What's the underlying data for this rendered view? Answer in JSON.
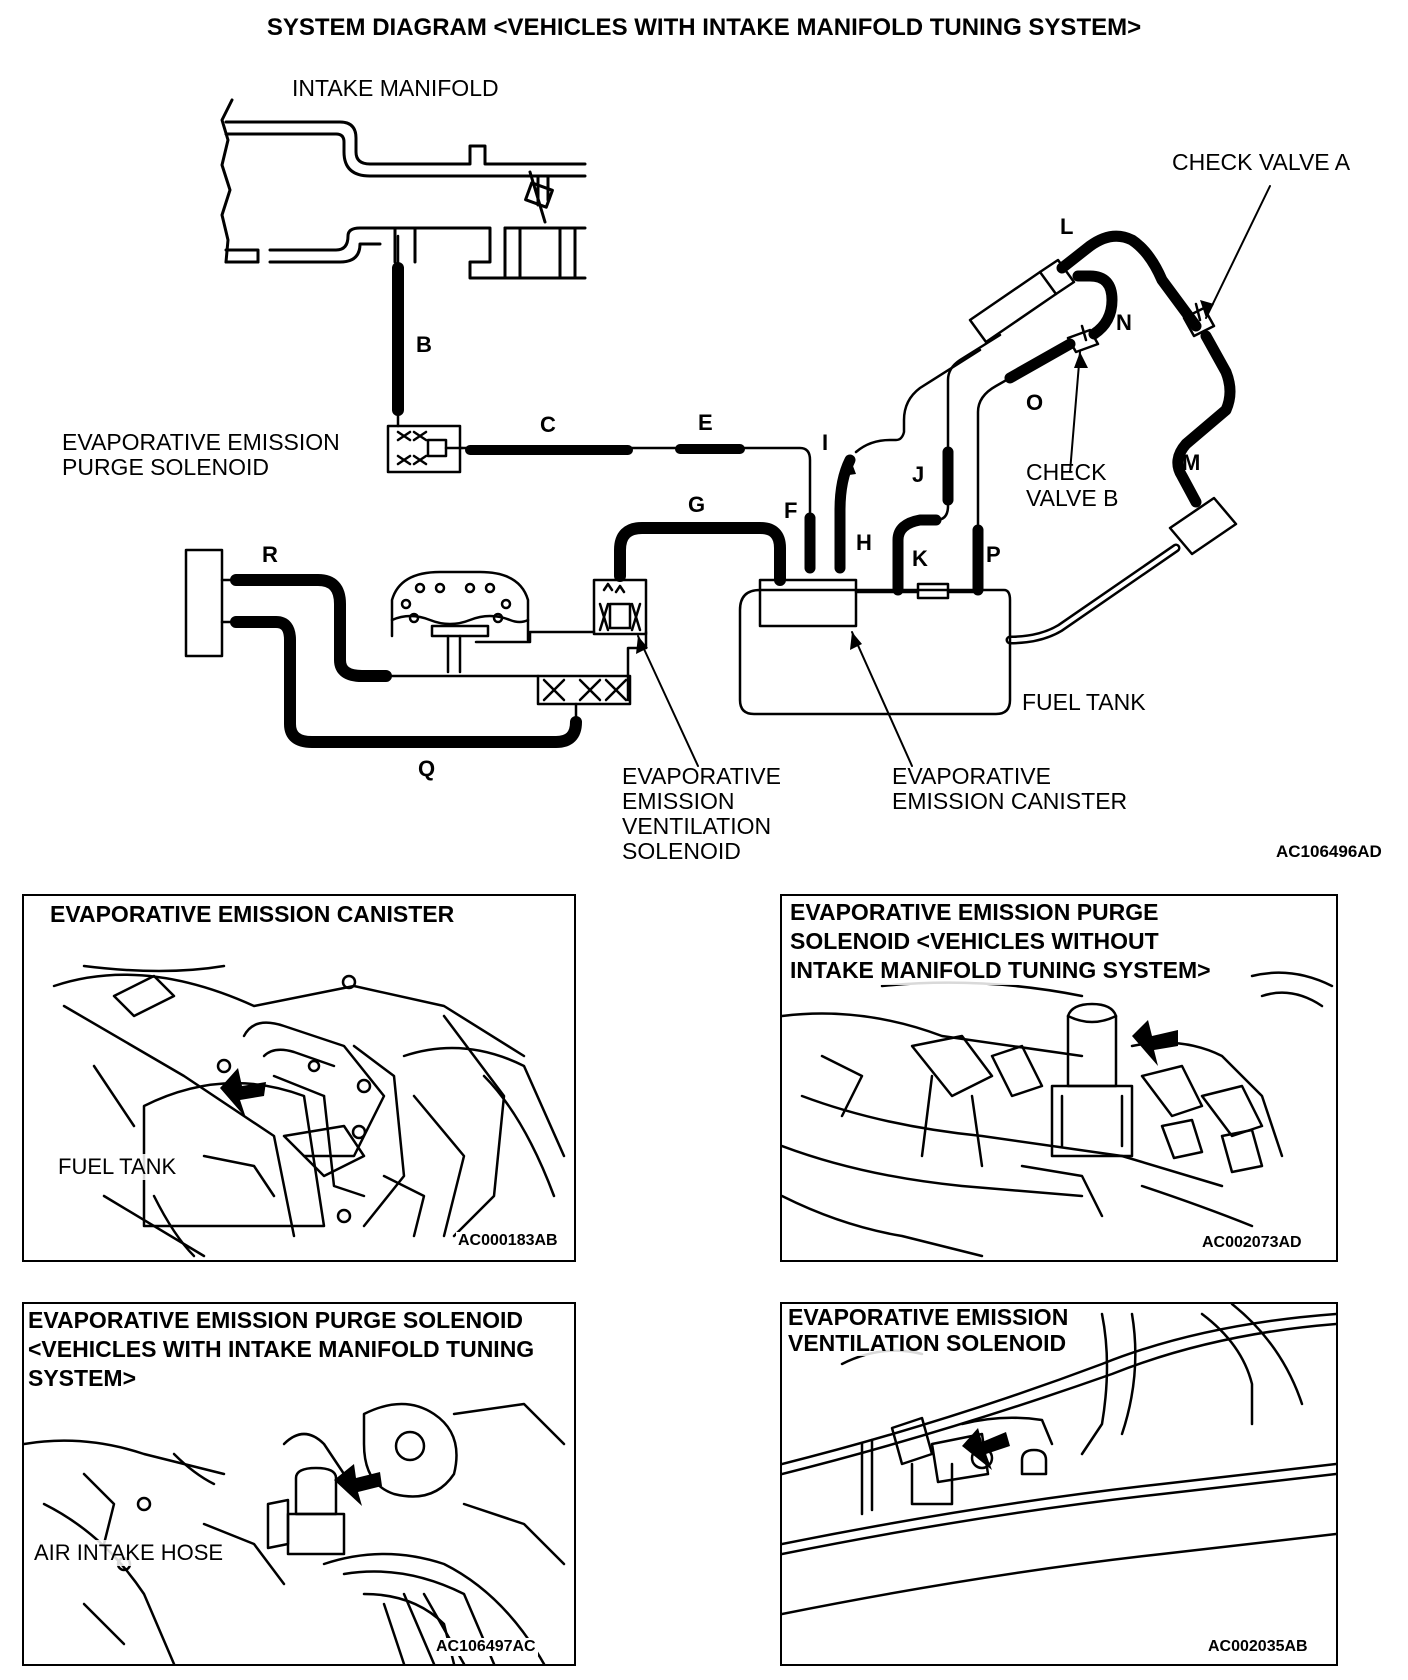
{
  "diagram": {
    "title": "SYSTEM DIAGRAM <VEHICLES WITH INTAKE MANIFOLD TUNING SYSTEM>",
    "code": "AC106496AD",
    "labels": {
      "intake_manifold": "INTAKE MANIFOLD",
      "check_valve_a": "CHECK VALVE A",
      "check_valve_b_1": "CHECK",
      "check_valve_b_2": "VALVE B",
      "purge_solenoid_1": "EVAPORATIVE EMISSION",
      "purge_solenoid_2": "PURGE SOLENOID",
      "fuel_tank": "FUEL TANK",
      "ventilation_1": "EVAPORATIVE",
      "ventilation_2": "EMISSION",
      "ventilation_3": "VENTILATION",
      "ventilation_4": "SOLENOID",
      "canister_1": "EVAPORATIVE",
      "canister_2": "EMISSION CANISTER"
    },
    "hoses": [
      "B",
      "C",
      "E",
      "F",
      "G",
      "H",
      "I",
      "J",
      "K",
      "L",
      "M",
      "N",
      "O",
      "P",
      "Q",
      "R"
    ]
  },
  "panels": [
    {
      "title_lines": [
        "EVAPORATIVE EMISSION CANISTER"
      ],
      "label": "FUEL TANK",
      "code": "AC000183AB"
    },
    {
      "title_lines": [
        "EVAPORATIVE EMISSION PURGE",
        "SOLENOID <VEHICLES WITHOUT",
        "INTAKE MANIFOLD TUNING SYSTEM>"
      ],
      "label": "",
      "code": "AC002073AD"
    },
    {
      "title_lines": [
        "EVAPORATIVE EMISSION PURGE SOLENOID",
        "<VEHICLES WITH INTAKE MANIFOLD TUNING",
        "SYSTEM>"
      ],
      "label": "AIR INTAKE HOSE",
      "code": "AC106497AC"
    },
    {
      "title_lines": [
        "EVAPORATIVE EMISSION",
        "VENTILATION SOLENOID"
      ],
      "label": "",
      "code": "AC002035AB"
    }
  ]
}
